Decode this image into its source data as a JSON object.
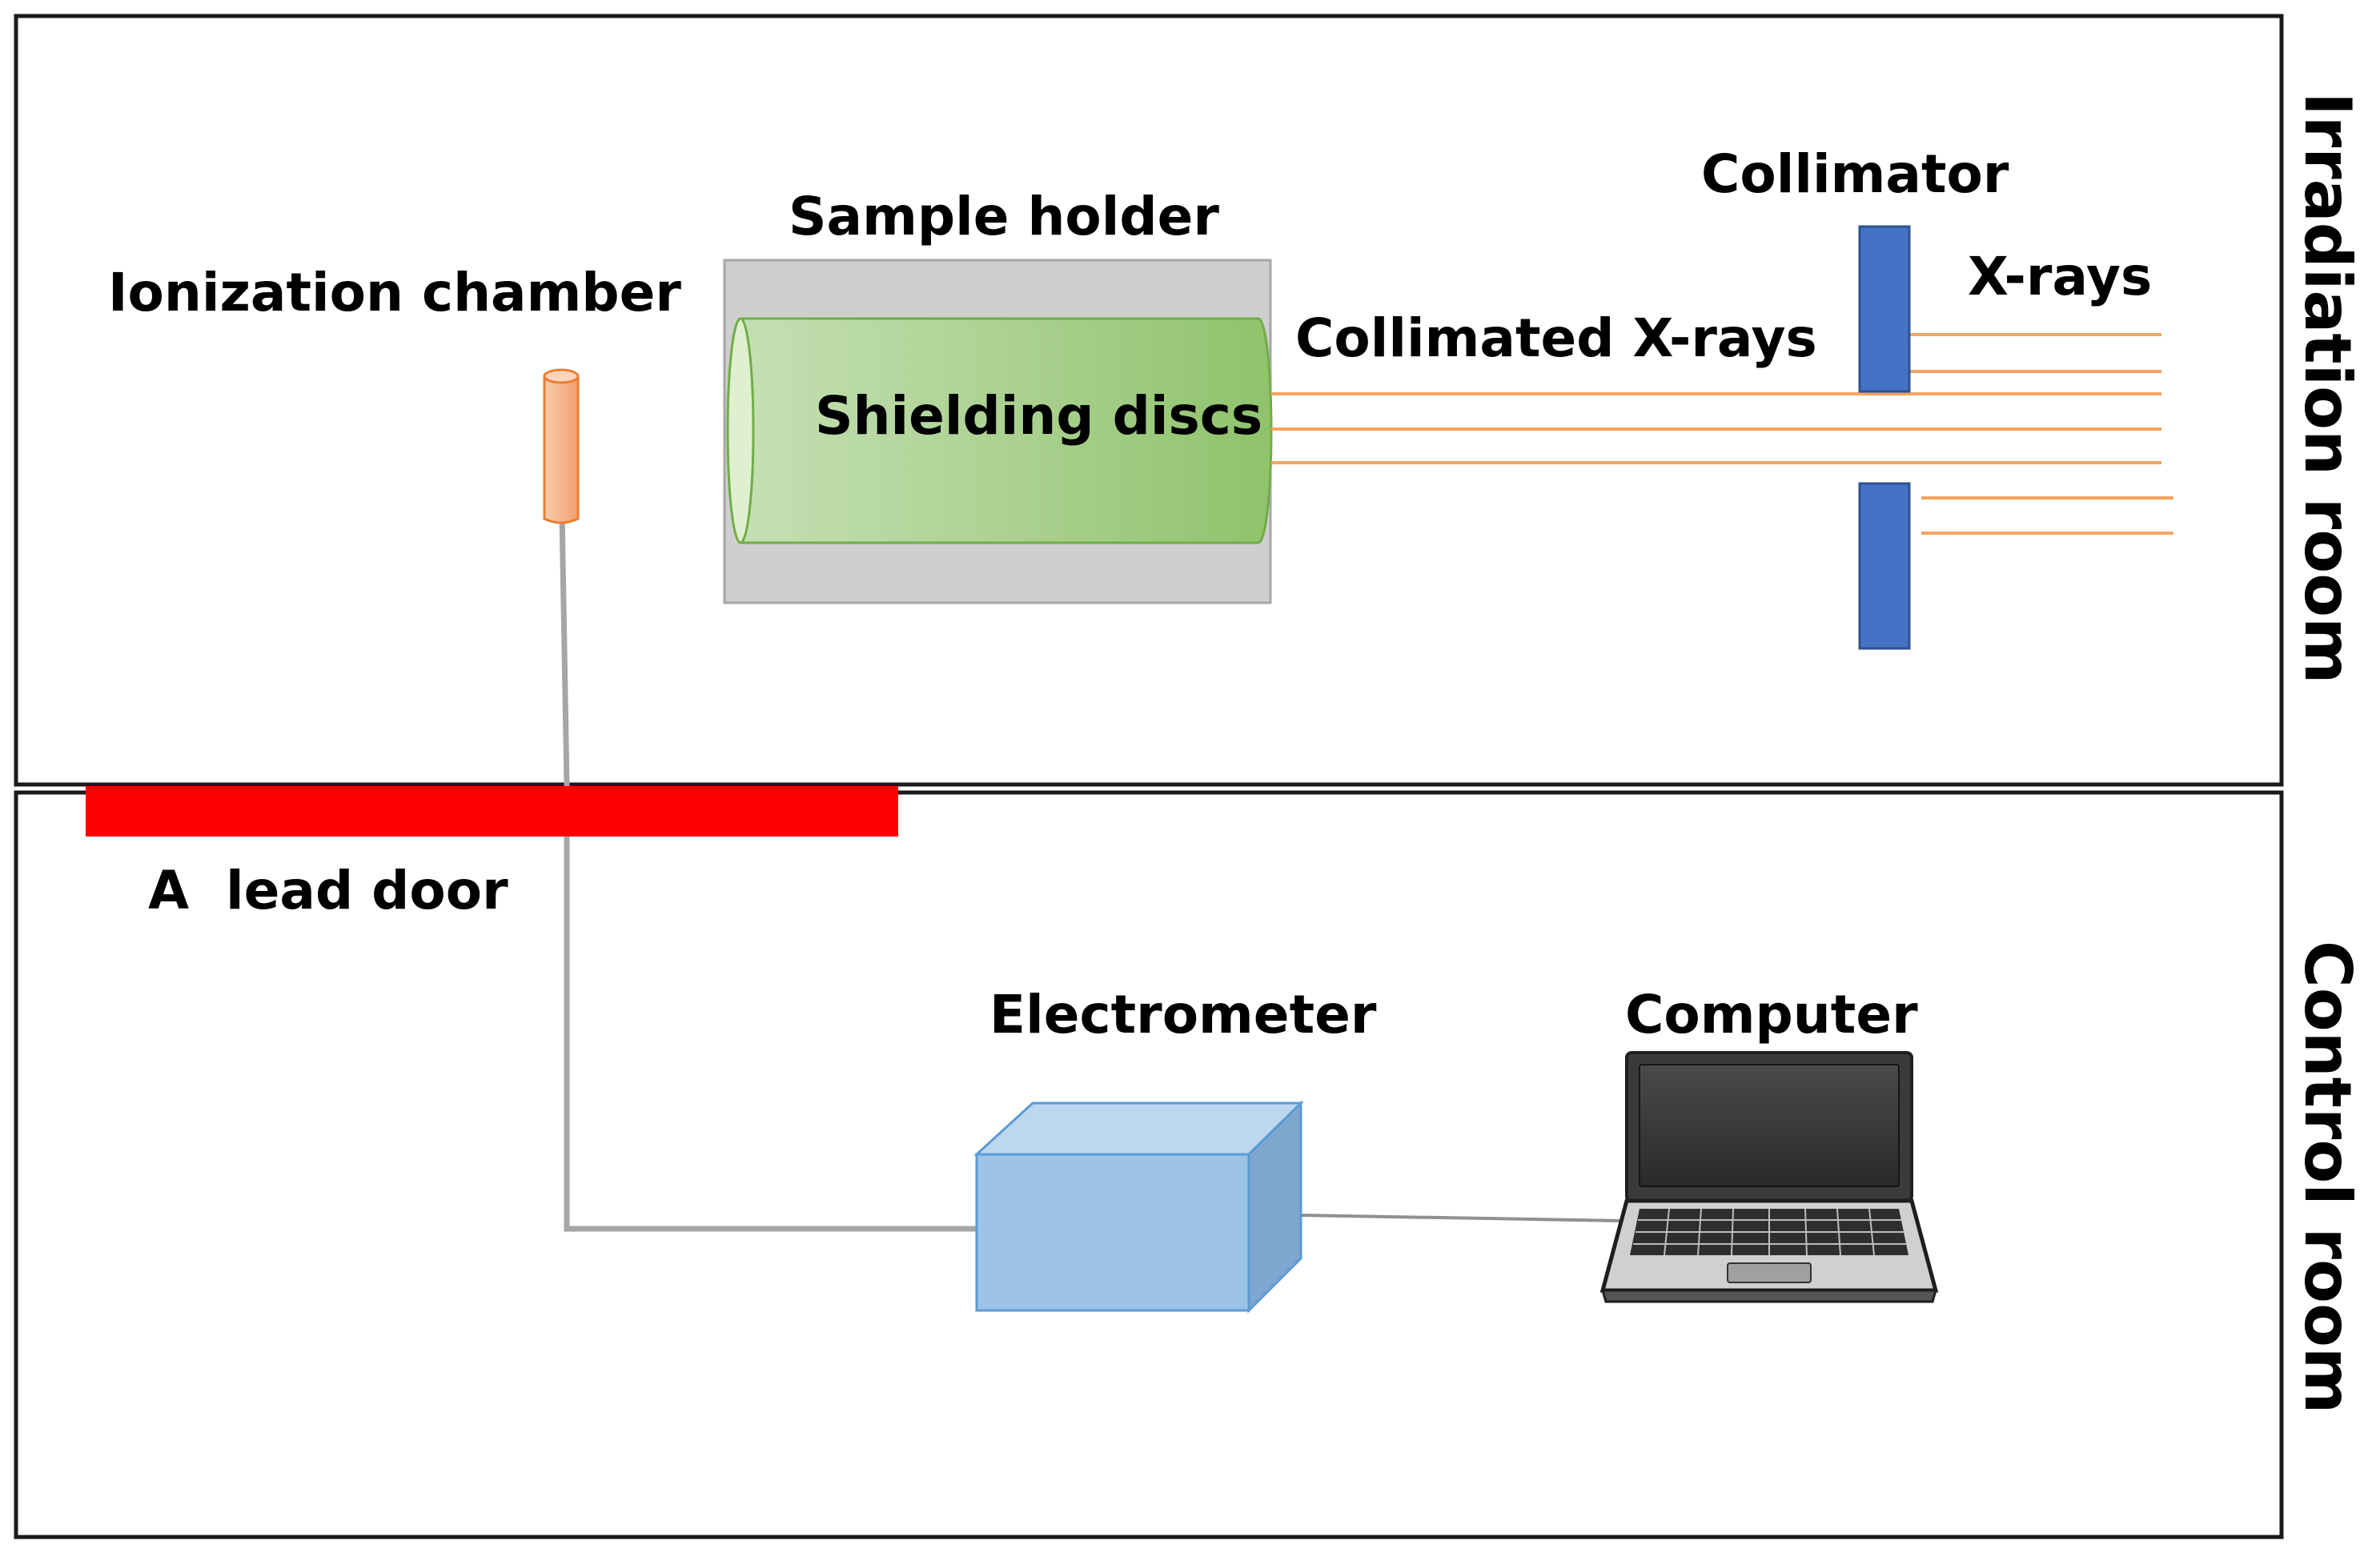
{
  "labels": {
    "ionization_chamber": "Ionization chamber",
    "sample_holder": "Sample holder",
    "shielding_discs": "Shielding discs",
    "collimated_xrays": "Collimated X-rays",
    "collimator": "Collimator",
    "xrays": "X-rays",
    "lead_door": "A  lead door",
    "electrometer": "Electrometer",
    "computer": "Computer",
    "irradiation_room": "Irradiation room",
    "control_room": "Control room"
  },
  "colors": {
    "room_border": "#1a1a1a",
    "sample_holder_fill": "#cfcfcf",
    "shielding_disc_fill": "#a9d08e",
    "shielding_disc_stroke": "#70ad47",
    "ray_color": "#f4a460",
    "collimator_fill": "#4472c4",
    "lead_door_fill": "#ff0000",
    "cable_color": "#a6a6a6",
    "chamber_fill": "#f4b183",
    "electrometer_front": "#9dc3e6",
    "electrometer_top": "#bdd7ee",
    "electrometer_side": "#7fa6cf",
    "laptop_body": "#3a3a3a"
  },
  "icons": {
    "laptop": "laptop-icon",
    "electrometer": "box-3d-icon",
    "ionization_chamber": "cylinder-probe-icon"
  }
}
